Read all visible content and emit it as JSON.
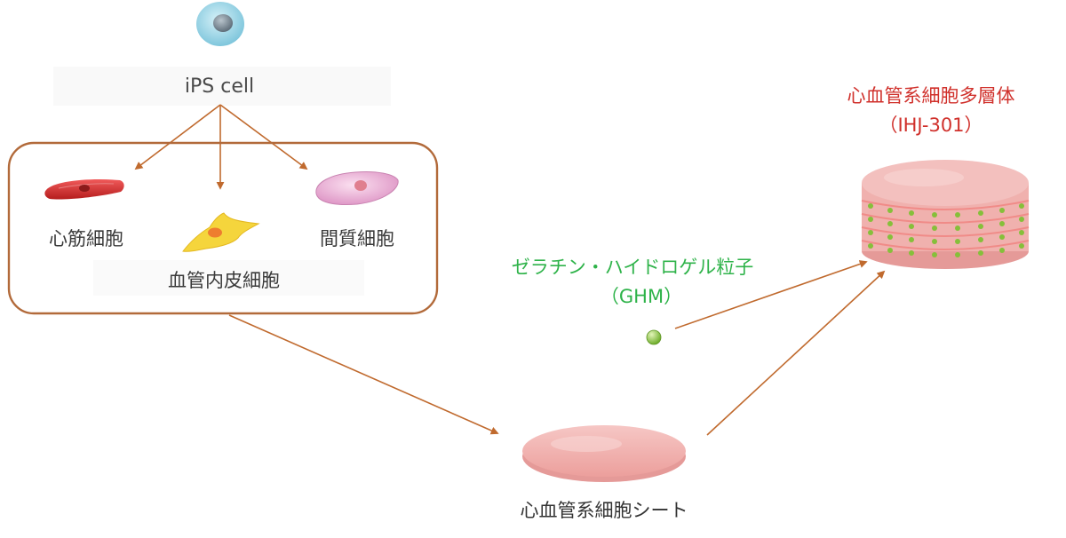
{
  "labels": {
    "ips_cell": "iPS cell",
    "cardiomyocyte": "心筋細胞",
    "endothelial": "血管内皮細胞",
    "mesenchymal": "間質細胞",
    "ghm_name": "ゼラチン・ハイドロゲル粒子",
    "ghm_abbr": "（GHM）",
    "sheet": "心血管系細胞シート",
    "multilayer_name": "心血管系細胞多層体",
    "multilayer_code": "（IHJ-301）"
  },
  "colors": {
    "arrow": "#c06a2e",
    "group_border": "#b26a3a",
    "ghm_text": "#2fb34a",
    "multilayer_text": "#d0302b",
    "sheet": "#f1b6b4",
    "ips_cell": "#8ed0e2",
    "cardiomyocyte": "#d42a2a",
    "endothelial": "#f5d53c",
    "mesenchymal": "#e9a8d4",
    "particle": "#8cc63f"
  },
  "icons": [
    "ips-cell-icon",
    "cardiomyocyte-icon",
    "endothelial-cell-icon",
    "mesenchymal-cell-icon",
    "gelatin-particle-icon",
    "cell-sheet-icon",
    "cell-multilayer-icon"
  ]
}
